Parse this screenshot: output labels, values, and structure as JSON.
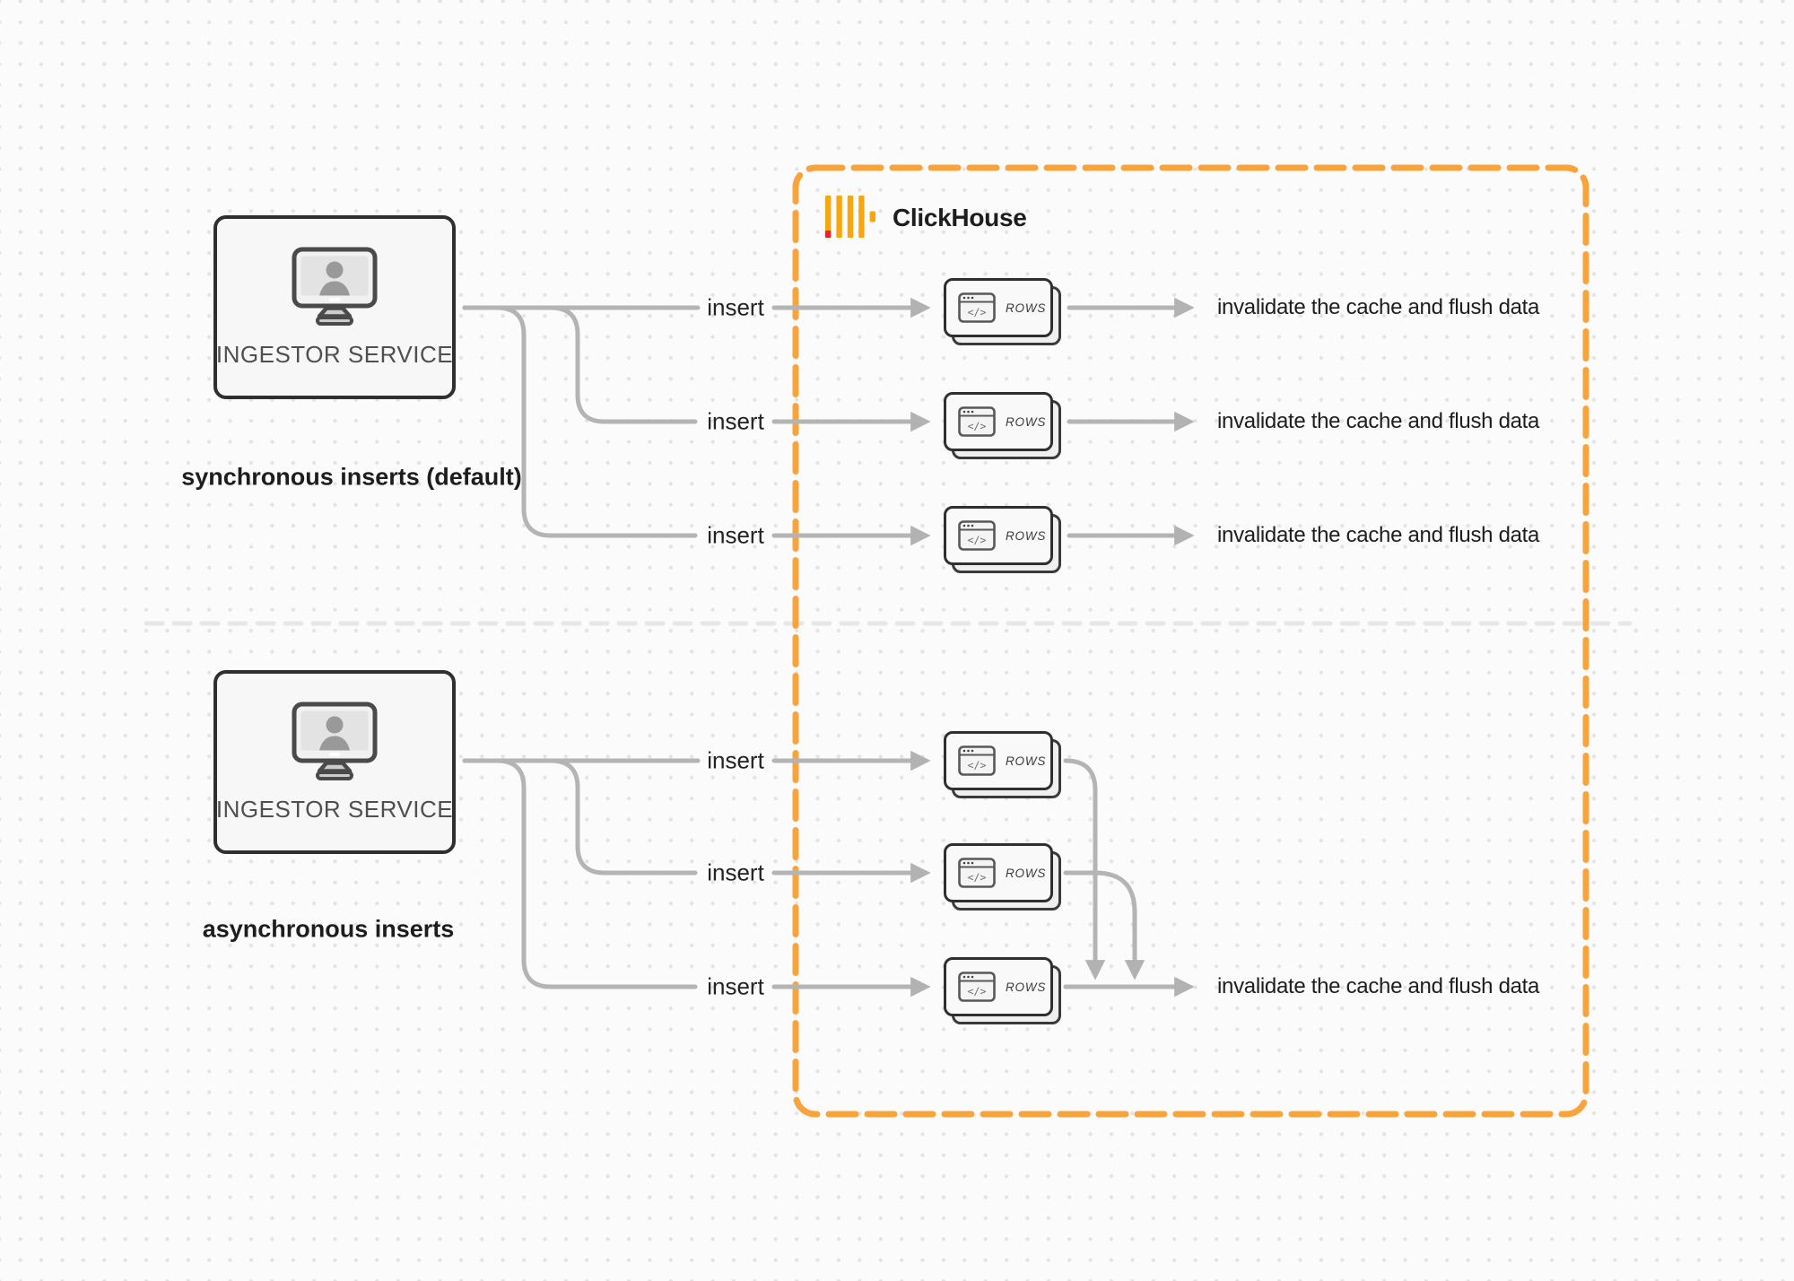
{
  "clickhouse": {
    "wordmark": "ClickHouse"
  },
  "sync": {
    "source": {
      "label": "INGESTOR SERVICE"
    },
    "caption": "synchronous inserts (default)",
    "rows": [
      {
        "insert_label": "insert",
        "card_label": "ROWS",
        "result_label": "invalidate the cache and flush data"
      },
      {
        "insert_label": "insert",
        "card_label": "ROWS",
        "result_label": "invalidate the cache and flush data"
      },
      {
        "insert_label": "insert",
        "card_label": "ROWS",
        "result_label": "invalidate the cache and flush data"
      }
    ]
  },
  "async": {
    "source": {
      "label": "INGESTOR SERVICE"
    },
    "caption": "asynchronous inserts",
    "rows": [
      {
        "insert_label": "insert",
        "card_label": "ROWS"
      },
      {
        "insert_label": "insert",
        "card_label": "ROWS"
      },
      {
        "insert_label": "insert",
        "card_label": "ROWS"
      }
    ],
    "result_label": "invalidate the cache and flush data"
  },
  "card_icon": {
    "glyph": "</>"
  },
  "colors": {
    "accent_orange": "#F8A43D",
    "logo_amber": "#F6A70E",
    "logo_red": "#E8242B",
    "connector_gray": "#B4B4B4",
    "divider_gray": "#E7E7E7"
  }
}
